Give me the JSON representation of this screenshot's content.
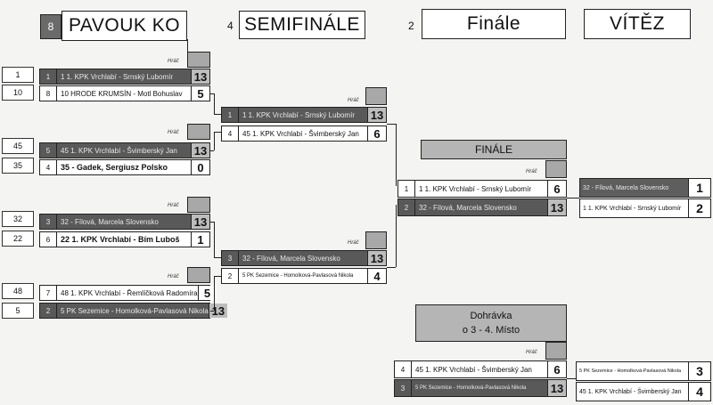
{
  "headers": {
    "bracket": {
      "num": "8",
      "label": "PAVOUK KO"
    },
    "semi": {
      "num": "4",
      "label": "SEMIFINÁLE"
    },
    "final": {
      "num": "2",
      "label": "Finále"
    },
    "winner": {
      "label": "VÍTĚZ"
    }
  },
  "hrac_label": "Hráč",
  "round1": [
    {
      "seeds": [
        "1",
        "10"
      ],
      "rows": [
        {
          "seed": "1",
          "name": "1 1. KPK Vrchlabí - Srnský Lubomír",
          "score": "13",
          "dark": true
        },
        {
          "seed": "8",
          "name": "10 HRODE KRUMSÍN - Motl Bohuslav",
          "score": "5",
          "dark": false
        }
      ]
    },
    {
      "seeds": [
        "45",
        "35"
      ],
      "rows": [
        {
          "seed": "5",
          "name": "45 1. KPK Vrchlabí - Švimberský Jan",
          "score": "13",
          "dark": true
        },
        {
          "seed": "4",
          "name": "35 - Gadek, Sergiusz Polsko",
          "score": "0",
          "dark": false
        }
      ]
    },
    {
      "seeds": [
        "32",
        "22"
      ],
      "rows": [
        {
          "seed": "3",
          "name": "32 - Fílová, Marcela Slovensko",
          "score": "13",
          "dark": true
        },
        {
          "seed": "6",
          "name": "22 1. KPK Vrchlabí - Bím Luboš",
          "score": "1",
          "dark": false
        }
      ]
    },
    {
      "seeds": [
        "48",
        "5"
      ],
      "rows": [
        {
          "seed": "7",
          "name": "48 1. KPK Vrchlabí - Řemlíčková Radomíra",
          "score": "5",
          "dark": false
        },
        {
          "seed": "2",
          "name": "5 PK Sezemice - Homolková-Pavlasová Nikola",
          "score": "13",
          "dark": true
        }
      ]
    }
  ],
  "semis": [
    {
      "rows": [
        {
          "seed": "1",
          "name": "1 1. KPK Vrchlabí - Srnský Lubomír",
          "score": "13",
          "dark": true
        },
        {
          "seed": "4",
          "name": "45 1. KPK Vrchlabí - Švimberský Jan",
          "score": "6",
          "dark": false
        }
      ]
    },
    {
      "rows": [
        {
          "seed": "3",
          "name": "32 - Fílová, Marcela Slovensko",
          "score": "13",
          "dark": true
        },
        {
          "seed": "2",
          "name": "5 PK Sezemice - Homolková-Pavlasová Nikola",
          "score": "4",
          "dark": false
        }
      ]
    }
  ],
  "final": {
    "label": "FINÁLE",
    "rows": [
      {
        "seed": "1",
        "name": "1 1. KPK Vrchlabí - Srnský Lubomír",
        "score": "6",
        "dark": false
      },
      {
        "seed": "2",
        "name": "32 - Fílová, Marcela Slovensko",
        "score": "13",
        "dark": true
      }
    ]
  },
  "winners": [
    {
      "name": "32 - Fílová, Marcela Slovensko",
      "place": "1",
      "dark": true
    },
    {
      "name": "1 1. KPK Vrchlabí - Srnský Lubomír",
      "place": "2",
      "dark": false
    }
  ],
  "third_place": {
    "title": "Dohrávka",
    "subtitle": "o 3 - 4. Místo",
    "rows": [
      {
        "seed": "4",
        "name": "45 1. KPK Vrchlabí - Švimberský Jan",
        "score": "6",
        "dark": false
      },
      {
        "seed": "3",
        "name": "5 PK Sezemice - Homolková-Pavlasová Nikola",
        "score": "13",
        "dark": true
      }
    ],
    "places": [
      {
        "name": "5 PK Sezemice - Homolková-Pavlasová Nikola",
        "place": "3",
        "dark": false
      },
      {
        "name": "45 1. KPK Vrchlabí - Švimberský Jan",
        "place": "4",
        "dark": false
      }
    ]
  }
}
